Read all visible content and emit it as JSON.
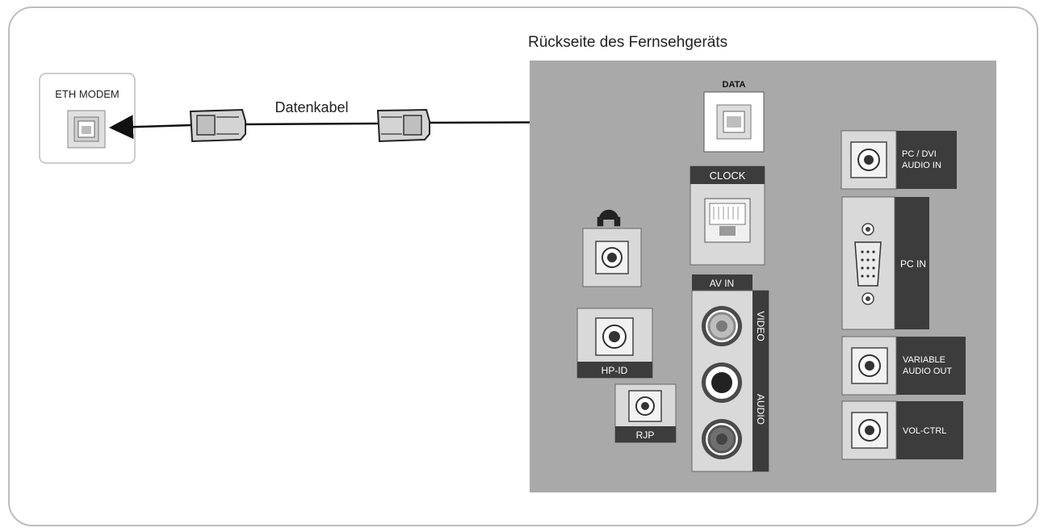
{
  "modem": {
    "label": "ETH MODEM"
  },
  "cable": {
    "label": "Datenkabel"
  },
  "tv_panel": {
    "title": "Rückseite des Fernsehgeräts",
    "ports": {
      "data": "DATA",
      "clock": "CLOCK",
      "hpid": "HP-ID",
      "rjp": "RJP",
      "av_in": "AV IN",
      "video": "VIDEO",
      "audio": "AUDIO",
      "pc_dvi_line1": "PC / DVI",
      "pc_dvi_line2": "AUDIO IN",
      "pc_in": "PC IN",
      "variable_line1": "VARIABLE",
      "variable_line2": "AUDIO OUT",
      "vol_ctrl": "VOL-CTRL"
    }
  },
  "colors": {
    "panel": "#a9a9a9",
    "port_box": "#d9d9d9",
    "label_bar": "#3c3c3c",
    "port_white": "#ffffff",
    "frame": "#bdbdbd"
  }
}
